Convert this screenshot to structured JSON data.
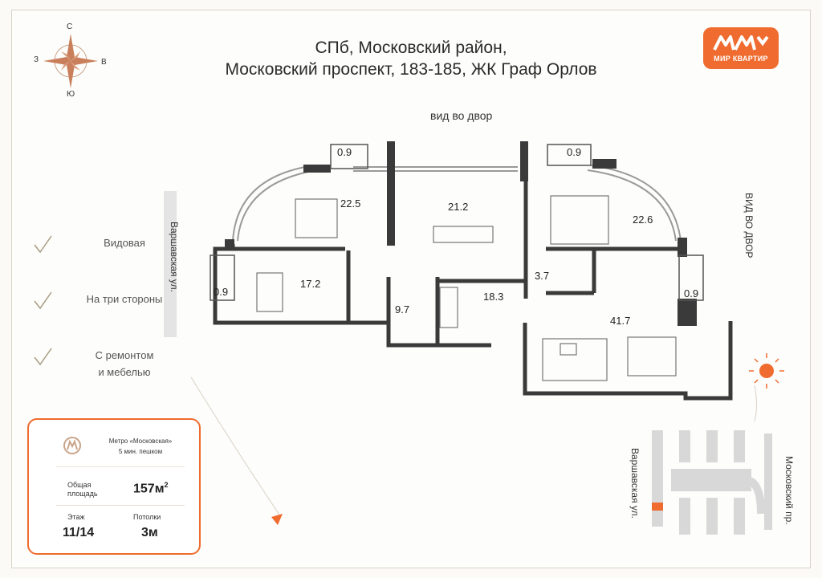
{
  "header": {
    "title_line1": "СПб, Московский район,",
    "title_line2": "Московский проспект, 183-185, ЖК Граф Орлов"
  },
  "logo": {
    "text": "МИР КВАРТИР"
  },
  "compass": {
    "north": "С",
    "south": "Ю",
    "west": "З",
    "east": "В"
  },
  "plan": {
    "view_top": "вид во двор",
    "view_right": "ВИД ВО ДВОР",
    "street_left": "Варшавская ул.",
    "rooms": [
      {
        "id": "room-22-5",
        "area": "22.5"
      },
      {
        "id": "room-21-2",
        "area": "21.2"
      },
      {
        "id": "room-22-6",
        "area": "22.6"
      },
      {
        "id": "room-17-2",
        "area": "17.2"
      },
      {
        "id": "room-9-7",
        "area": "9.7"
      },
      {
        "id": "room-18-3",
        "area": "18.3"
      },
      {
        "id": "room-3-7",
        "area": "3.7"
      },
      {
        "id": "room-41-7",
        "area": "41.7"
      }
    ],
    "balconies": [
      "0.9",
      "0.9",
      "0.9",
      "0.9"
    ]
  },
  "features": [
    "Видовая",
    "На три стороны",
    "С ремонтом",
    "и мебелью"
  ],
  "info_card": {
    "metro_name": "Метро «Московская»",
    "metro_walk": "5 мин. пешком",
    "area_label_1": "Общая",
    "area_label_2": "площадь",
    "area_value": "157м",
    "area_unit_sup": "2",
    "floor_label": "Этаж",
    "floor_value": "11/14",
    "ceiling_label": "Потолки",
    "ceiling_value": "3м"
  },
  "site_map": {
    "street_left": "Варшавская ул.",
    "street_right": "Московский пр."
  },
  "colors": {
    "accent": "#ef6b2f",
    "wall": "#3a3a3a"
  }
}
